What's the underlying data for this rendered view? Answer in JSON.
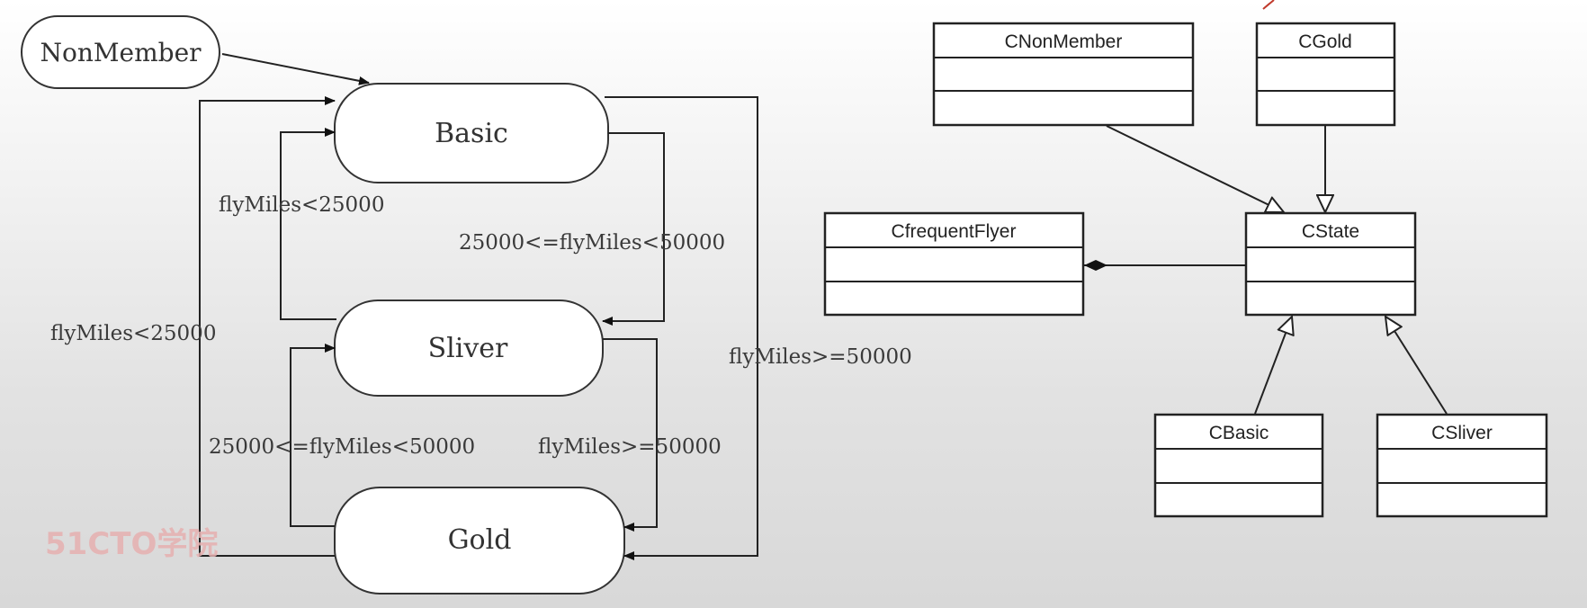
{
  "state_diagram": {
    "states": {
      "nonmember": "NonMember",
      "basic": "Basic",
      "sliver": "Sliver",
      "gold": "Gold"
    },
    "guards": {
      "sliver_to_basic": "flyMiles<25000",
      "basic_to_sliver": "25000<=flyMiles<50000",
      "gold_to_basic": "flyMiles<25000",
      "basic_to_gold": "flyMiles>=50000",
      "gold_to_sliver": "25000<=flyMiles<50000",
      "sliver_to_gold": "flyMiles>=50000"
    }
  },
  "class_diagram": {
    "classes": {
      "cnonmember": "CNonMember",
      "cgold": "CGold",
      "cfrequentflyer": "CfrequentFlyer",
      "cstate": "CState",
      "cbasic": "CBasic",
      "csliver": "CSliver"
    }
  },
  "watermark": "51CTO学院"
}
